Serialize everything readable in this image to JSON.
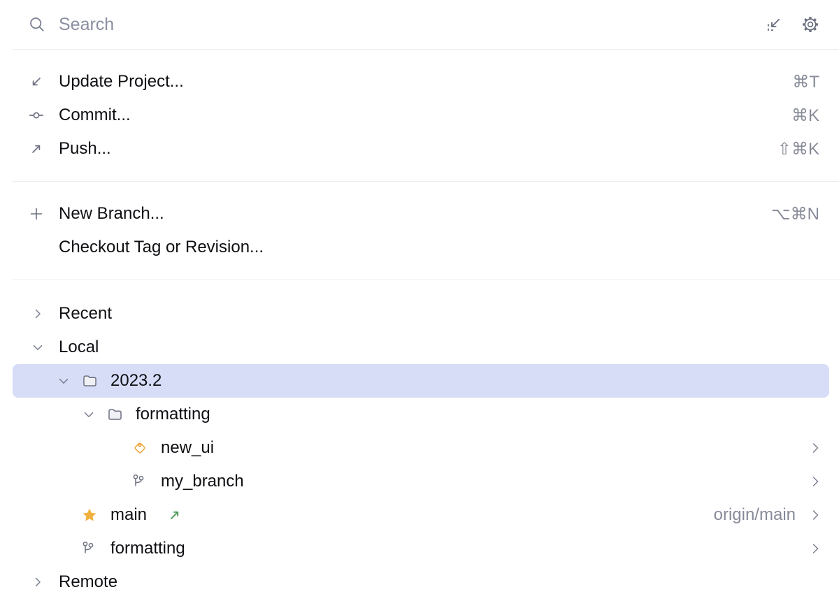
{
  "header": {
    "search_placeholder": "Search",
    "icons": [
      "search-icon",
      "collapse-icon",
      "gear-icon"
    ]
  },
  "actions": [
    {
      "label": "Update Project...",
      "shortcut": "⌘T",
      "icon": "arrow-down-left-icon"
    },
    {
      "label": "Commit...",
      "shortcut": "⌘K",
      "icon": "commit-icon"
    },
    {
      "label": "Push...",
      "shortcut": "⇧⌘K",
      "icon": "arrow-up-right-icon"
    }
  ],
  "branch_actions": [
    {
      "label": "New Branch...",
      "shortcut": "⌥⌘N",
      "icon": "plus-icon"
    },
    {
      "label": "Checkout Tag or Revision...",
      "shortcut": "",
      "icon": ""
    }
  ],
  "tree": {
    "rows": [
      {
        "label": "Recent",
        "type": "group",
        "expanded": false
      },
      {
        "label": "Local",
        "type": "group",
        "expanded": true
      },
      {
        "label": "2023.2",
        "type": "folder",
        "expanded": true,
        "selected": true
      },
      {
        "label": "formatting",
        "type": "folder",
        "expanded": true
      },
      {
        "label": "new_ui",
        "type": "tag",
        "submenu": true
      },
      {
        "label": "my_branch",
        "type": "branch",
        "submenu": true
      },
      {
        "label": "main",
        "type": "branch-favorite",
        "outgoing": true,
        "tracking": "origin/main",
        "submenu": true
      },
      {
        "label": "formatting",
        "type": "branch",
        "submenu": true
      },
      {
        "label": "Remote",
        "type": "group",
        "expanded": false
      }
    ]
  },
  "colors": {
    "selection": "#d7ddf7",
    "tag_accent": "#EDA63D",
    "star_accent": "#F0B13F",
    "outgoing_green": "#4F9A55",
    "icon_gray": "#6C7080",
    "muted_text": "#888C99"
  }
}
